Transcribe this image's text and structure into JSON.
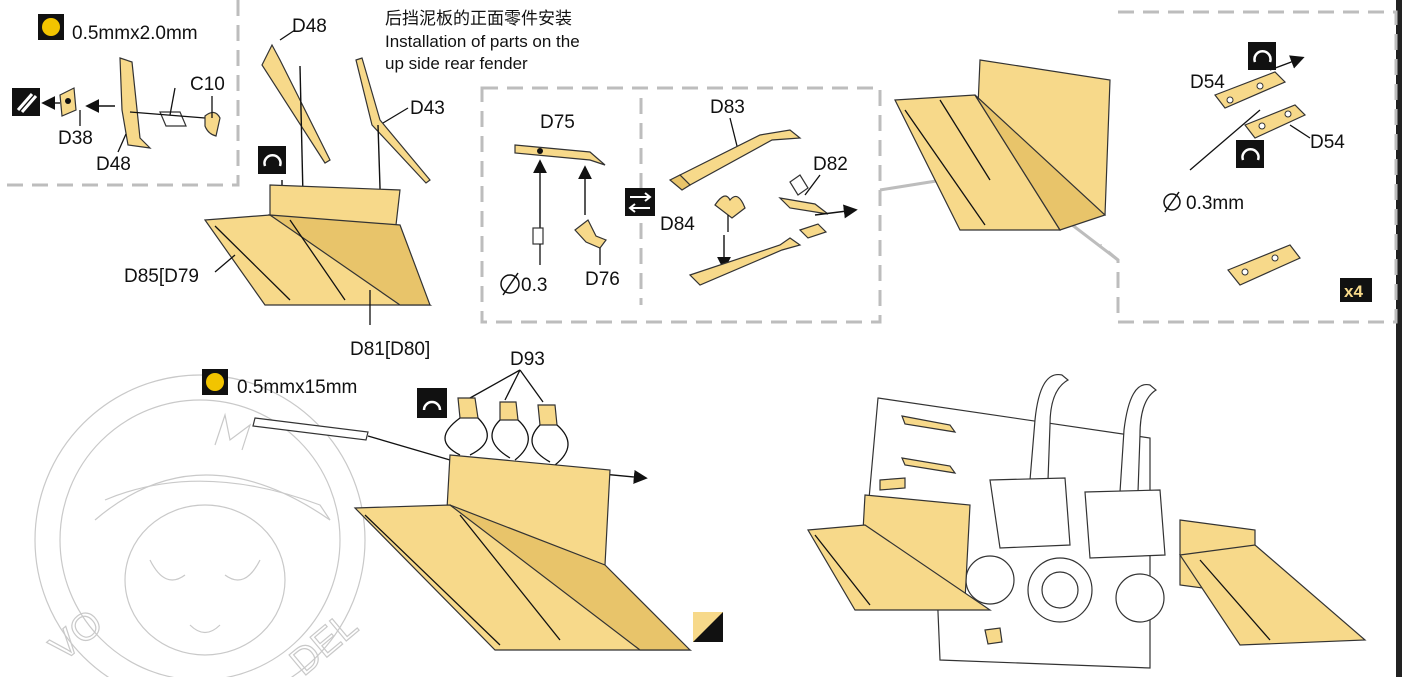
{
  "labels": {
    "title_cn": "后挡泥板的正面零件安装",
    "title_en_1": "Installation of parts on the",
    "title_en_2": "up side rear fender",
    "wire1": "0.5mmx2.0mm",
    "wire2": "0.5mmx15mm",
    "rod": "0.3mm",
    "rod_small": "0.3",
    "d48_top": "D48",
    "d48_left": "D48",
    "c10": "C10",
    "d38": "D38",
    "d43": "D43",
    "d85": "D85[D79",
    "d81": "D81[D80]",
    "d75": "D75",
    "d76": "D76",
    "d83": "D83",
    "d82": "D82",
    "d84": "D84",
    "d54_top": "D54",
    "d54_right": "D54",
    "d93": "D93",
    "x4": "x4"
  },
  "colors": {
    "brass": "#f7d98a",
    "brass_dark": "#e8c46a",
    "frame": "#bdbdbd",
    "ink": "#111111",
    "wire_badge": "#f2c400"
  },
  "icons": [
    "bend-icon",
    "glue-icon",
    "swap-icon",
    "repeat-icon",
    "paint-icon",
    "diameter-icon"
  ]
}
